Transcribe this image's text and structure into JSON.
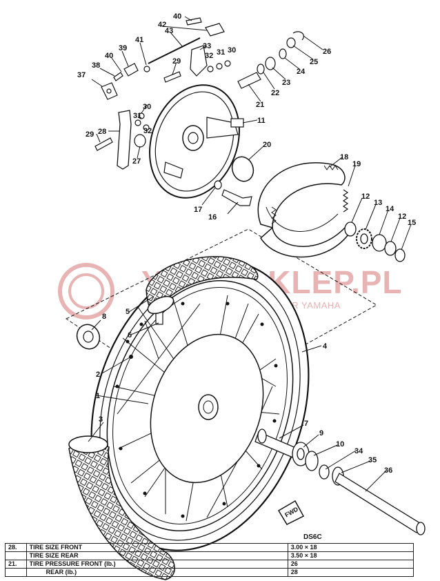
{
  "callouts": [
    "1",
    "2",
    "3",
    "4",
    "5",
    "6",
    "7",
    "8",
    "9",
    "10",
    "11",
    "12",
    "12",
    "13",
    "14",
    "15",
    "16",
    "17",
    "18",
    "19",
    "20",
    "21",
    "22",
    "23",
    "24",
    "25",
    "26",
    "27",
    "28",
    "29",
    "29",
    "30",
    "30",
    "31",
    "31",
    "32",
    "32",
    "33",
    "34",
    "35",
    "36",
    "37",
    "38",
    "39",
    "40",
    "40",
    "41",
    "42",
    "43"
  ],
  "watermark": {
    "title": "YAMA-SKLEP.PL",
    "subtitle": "AUTORYZOWANY DEALER YAMAHA"
  },
  "fwd_label": "FWD",
  "model": "DS6C",
  "spec_table": [
    {
      "num": "28.",
      "label": "TIRE SIZE FRONT",
      "value": "3.00 × 18"
    },
    {
      "num": "",
      "label": "TIRE SIZE REAR",
      "value": "3.50 × 18"
    },
    {
      "num": "21.",
      "label": "TIRE PRESSURE FRONT (lb.)",
      "value": "26"
    },
    {
      "num": "",
      "label": "REAR (lb.)",
      "value": "28"
    }
  ],
  "colors": {
    "line": "#111111",
    "watermark": "#e7b3b3",
    "background": "#ffffff"
  }
}
